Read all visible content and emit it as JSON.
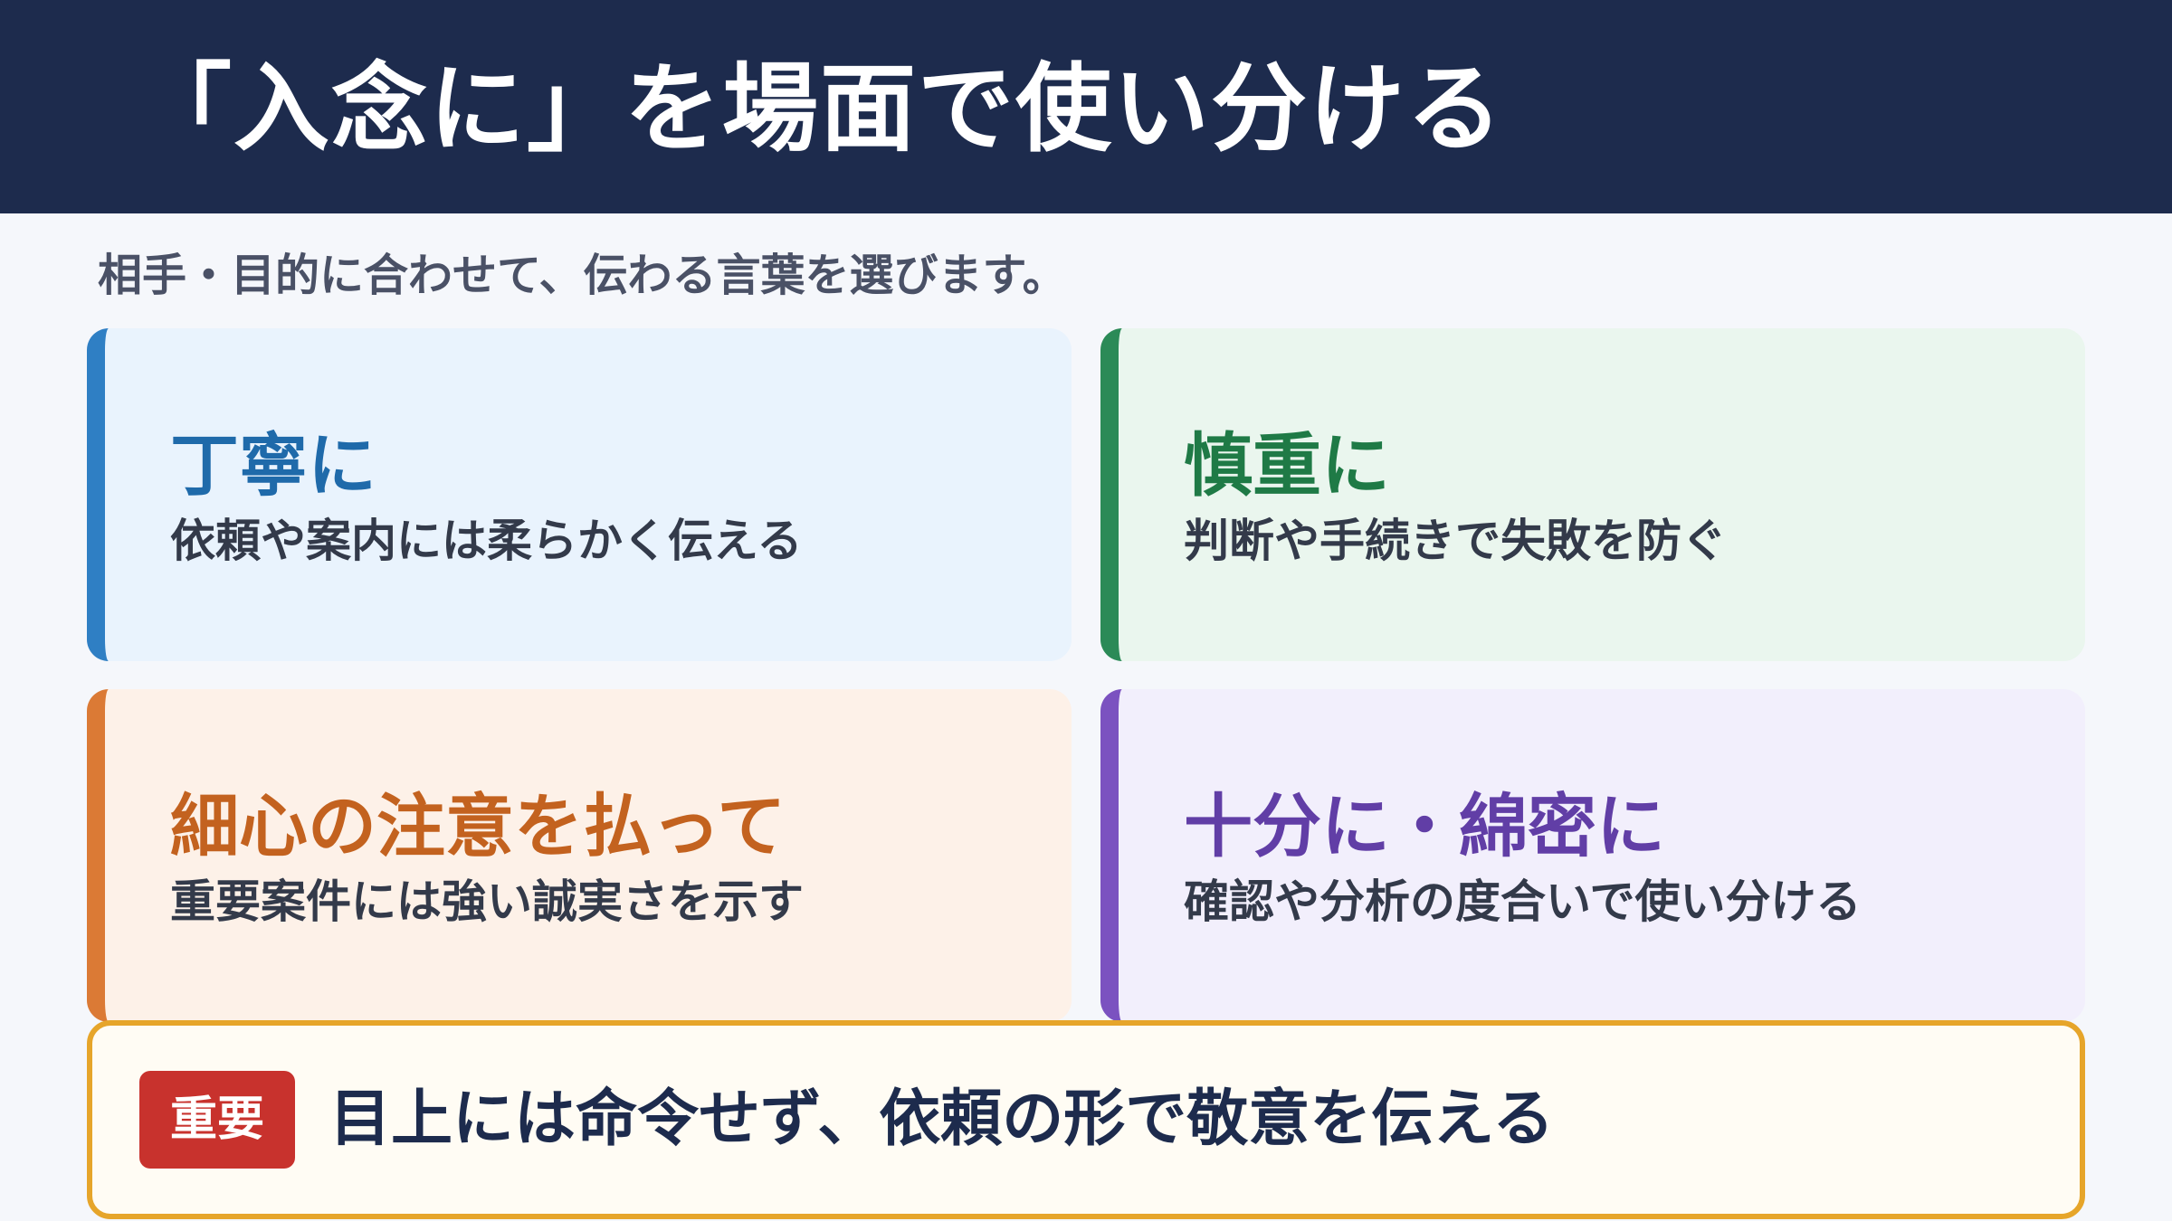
{
  "header": {
    "title": "「入念に」を場面で使い分ける"
  },
  "subtitle": "相手・目的に合わせて、伝わる言葉を選びます。",
  "cards": [
    {
      "title": "丁寧に",
      "description": "依頼や案内には柔らかく伝える",
      "accent_color": "#2f7fc4",
      "background_color": "#e9f3fd"
    },
    {
      "title": "慎重に",
      "description": "判断や手続きで失敗を防ぐ",
      "accent_color": "#2b8a57",
      "background_color": "#eaf6ee"
    },
    {
      "title": "細心の注意を払って",
      "description": "重要案件には強い誠実さを示す",
      "accent_color": "#db7a35",
      "background_color": "#fdf1e8"
    },
    {
      "title": "十分に・綿密に",
      "description": "確認や分析の度合いで使い分ける",
      "accent_color": "#7b52c0",
      "background_color": "#f2effc"
    }
  ],
  "note": {
    "badge": "重要",
    "text": "目上には命令せず、依頼の形で敬意を伝える",
    "border_color": "#e6a52a",
    "badge_color": "#c8322d"
  }
}
